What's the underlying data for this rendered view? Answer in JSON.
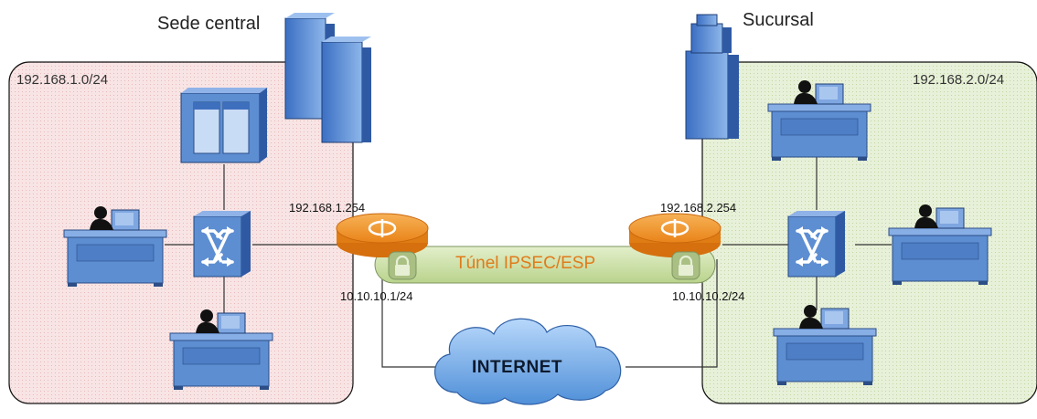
{
  "headquarters": {
    "title": "Sede central",
    "subnet": "192.168.1.0/24",
    "router_lan_ip": "192.168.1.254",
    "router_wan_ip": "10.10.10.1/24"
  },
  "branch": {
    "title": "Sucursal",
    "subnet": "192.168.2.0/24",
    "router_lan_ip": "192.168.2.254",
    "router_wan_ip": "10.10.10.2/24"
  },
  "tunnel": {
    "label": "Túnel IPSEC/ESP"
  },
  "cloud": {
    "label": "INTERNET"
  },
  "colors": {
    "hq_zone": "#f6dcdc",
    "branch_zone": "#e4efd2",
    "router": "#f39a2e",
    "tunnel": "#cfe3a9",
    "device_blue": "#5d8ed2",
    "cloud": "#7fb1ea"
  }
}
